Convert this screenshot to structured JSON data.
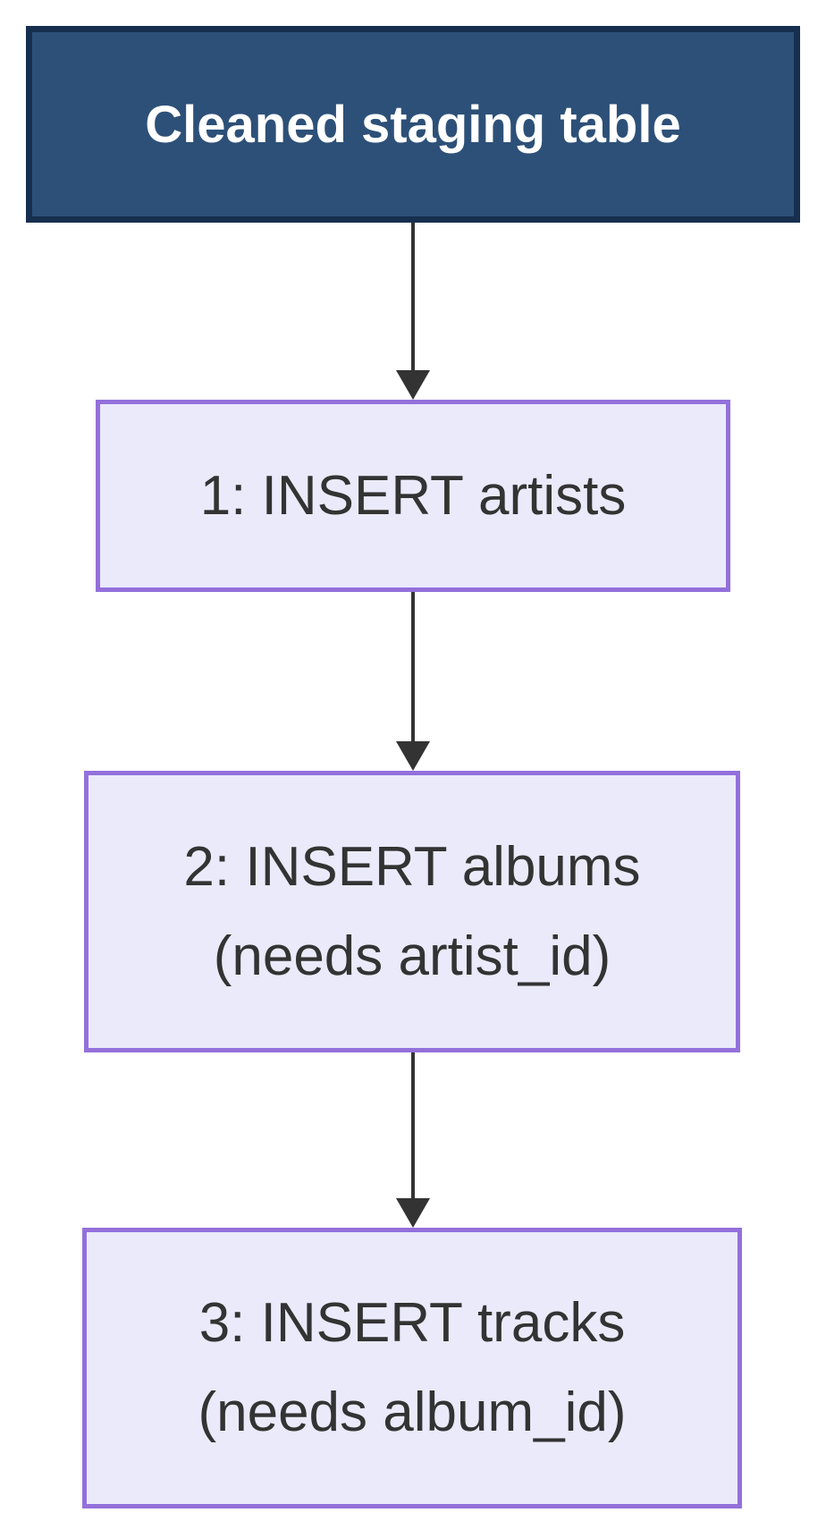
{
  "flowchart": {
    "nodes": {
      "staging": {
        "label": "Cleaned staging table"
      },
      "step1": {
        "line1": "1: INSERT artists"
      },
      "step2": {
        "line1": "2: INSERT albums",
        "line2": "(needs artist_id)"
      },
      "step3": {
        "line1": "3: INSERT tracks",
        "line2": "(needs album_id)"
      }
    },
    "edges": [
      {
        "from": "staging",
        "to": "step1"
      },
      {
        "from": "step1",
        "to": "step2"
      },
      {
        "from": "step2",
        "to": "step3"
      }
    ]
  },
  "colors": {
    "background": "#FFFFFF",
    "source_fill": "#2D5078",
    "source_border": "#172F4F",
    "source_text": "#FFFFFF",
    "step_fill": "#EAEAFB",
    "step_border": "#9370DB",
    "step_text": "#333333",
    "arrow": "#333333"
  }
}
